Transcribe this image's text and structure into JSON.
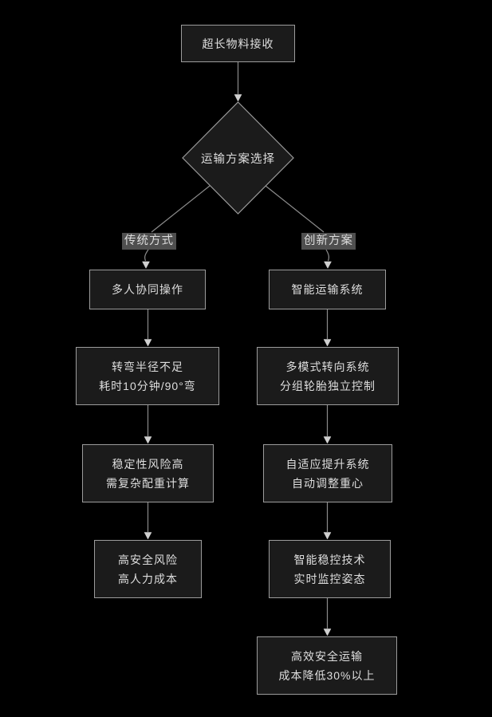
{
  "flowchart": {
    "colors": {
      "background": "#000000",
      "node_fill": "#1b1b1b",
      "node_border": "#9c9c9c",
      "node_text": "#dedede",
      "edge_line": "#8c8c8c",
      "arrowhead": "#d0d0d0",
      "edge_label_bg": "#4f4f4f",
      "edge_label_text": "#dcdcdc"
    },
    "nodes": {
      "start": {
        "text": "超长物料接收"
      },
      "decision": {
        "text": "运输方案选择"
      },
      "left_step1": {
        "line1": "多人协同操作"
      },
      "left_step2": {
        "line1": "转弯半径不足",
        "line2": "耗时10分钟/90°弯"
      },
      "left_step3": {
        "line1": "稳定性风险高",
        "line2": "需复杂配重计算"
      },
      "left_step4": {
        "line1": "高安全风险",
        "line2": "高人力成本"
      },
      "right_step1": {
        "line1": "智能运输系统"
      },
      "right_step2": {
        "line1": "多模式转向系统",
        "line2": "分组轮胎独立控制"
      },
      "right_step3": {
        "line1": "自适应提升系统",
        "line2": "自动调整重心"
      },
      "right_step4": {
        "line1": "智能稳控技术",
        "line2": "实时监控姿态"
      },
      "right_step5": {
        "line1": "高效安全运输",
        "line2": "成本降低30%以上"
      }
    },
    "edge_labels": {
      "traditional": "传统方式",
      "innovative": "创新方案"
    }
  }
}
